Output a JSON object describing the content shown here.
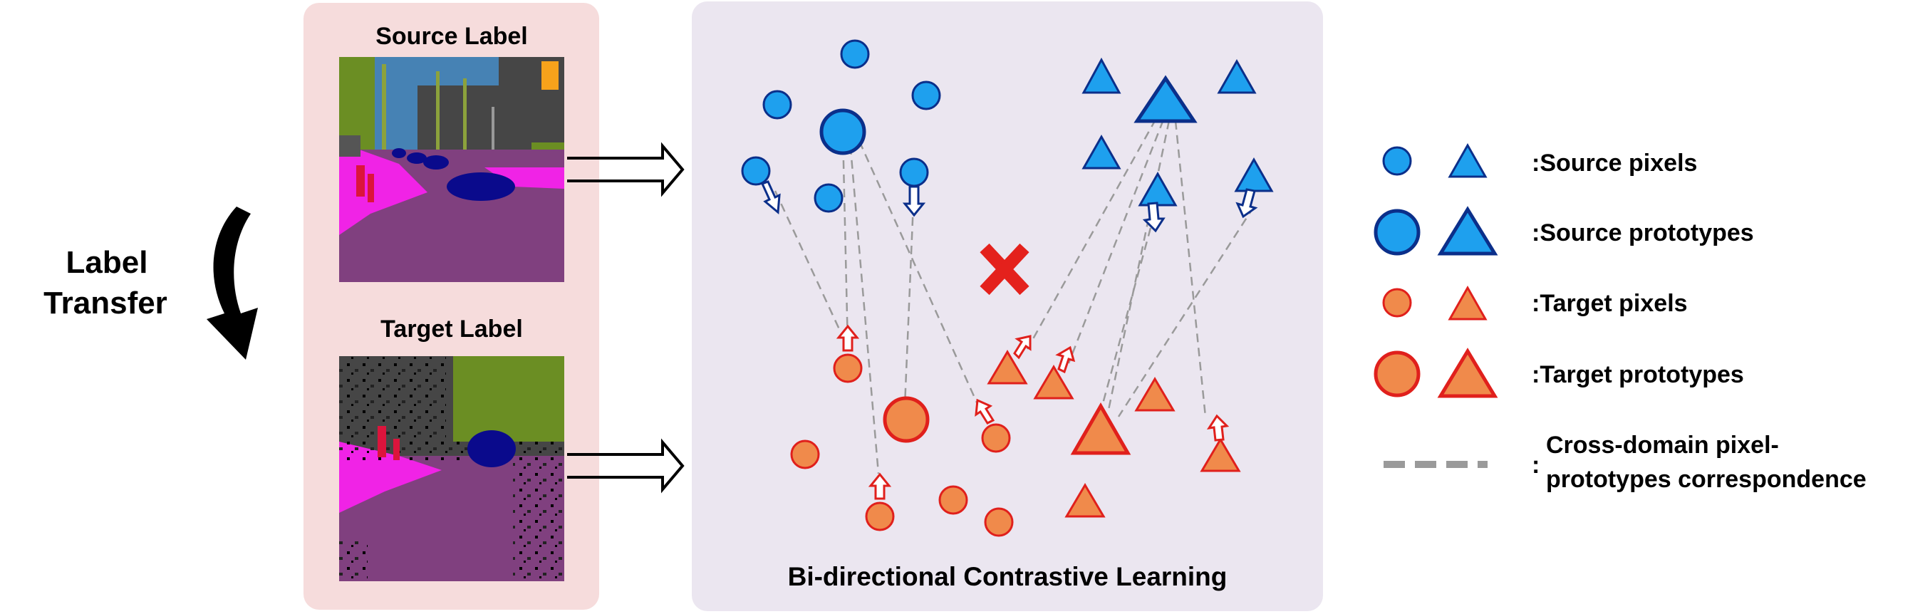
{
  "left_label": {
    "line1": "Label",
    "line2": "Transfer"
  },
  "images": {
    "source_title": "Source Label",
    "target_title": "Target Label"
  },
  "center": {
    "title": "Bi-directional Contrastive Learning"
  },
  "legend": {
    "source_pixels": ":Source pixels",
    "source_prototypes": ":Source prototypes",
    "target_pixels": ":Target pixels",
    "target_prototypes": ":Target prototypes",
    "correspondence_line1": "Cross-domain pixel-",
    "correspondence_line2": "prototypes correspondence",
    "correspondence_colon": ":"
  },
  "colors": {
    "source_fill": "#1ea0ee",
    "source_stroke": "#0b2f8a",
    "target_fill": "#f08a4b",
    "target_stroke": "#e0201c",
    "left_panel_bg": "#f6dcdc",
    "center_panel_bg": "#ebe6f0",
    "dashed_line": "#9a9a9a",
    "cross": "#e4211c",
    "seg_road": "#80407f",
    "seg_sidewalk": "#f023e6",
    "seg_car": "#0a0a8c",
    "seg_vegetation": "#6b8e23",
    "seg_building": "#464646",
    "seg_sky": "#4682b4",
    "seg_person": "#dc143c"
  }
}
